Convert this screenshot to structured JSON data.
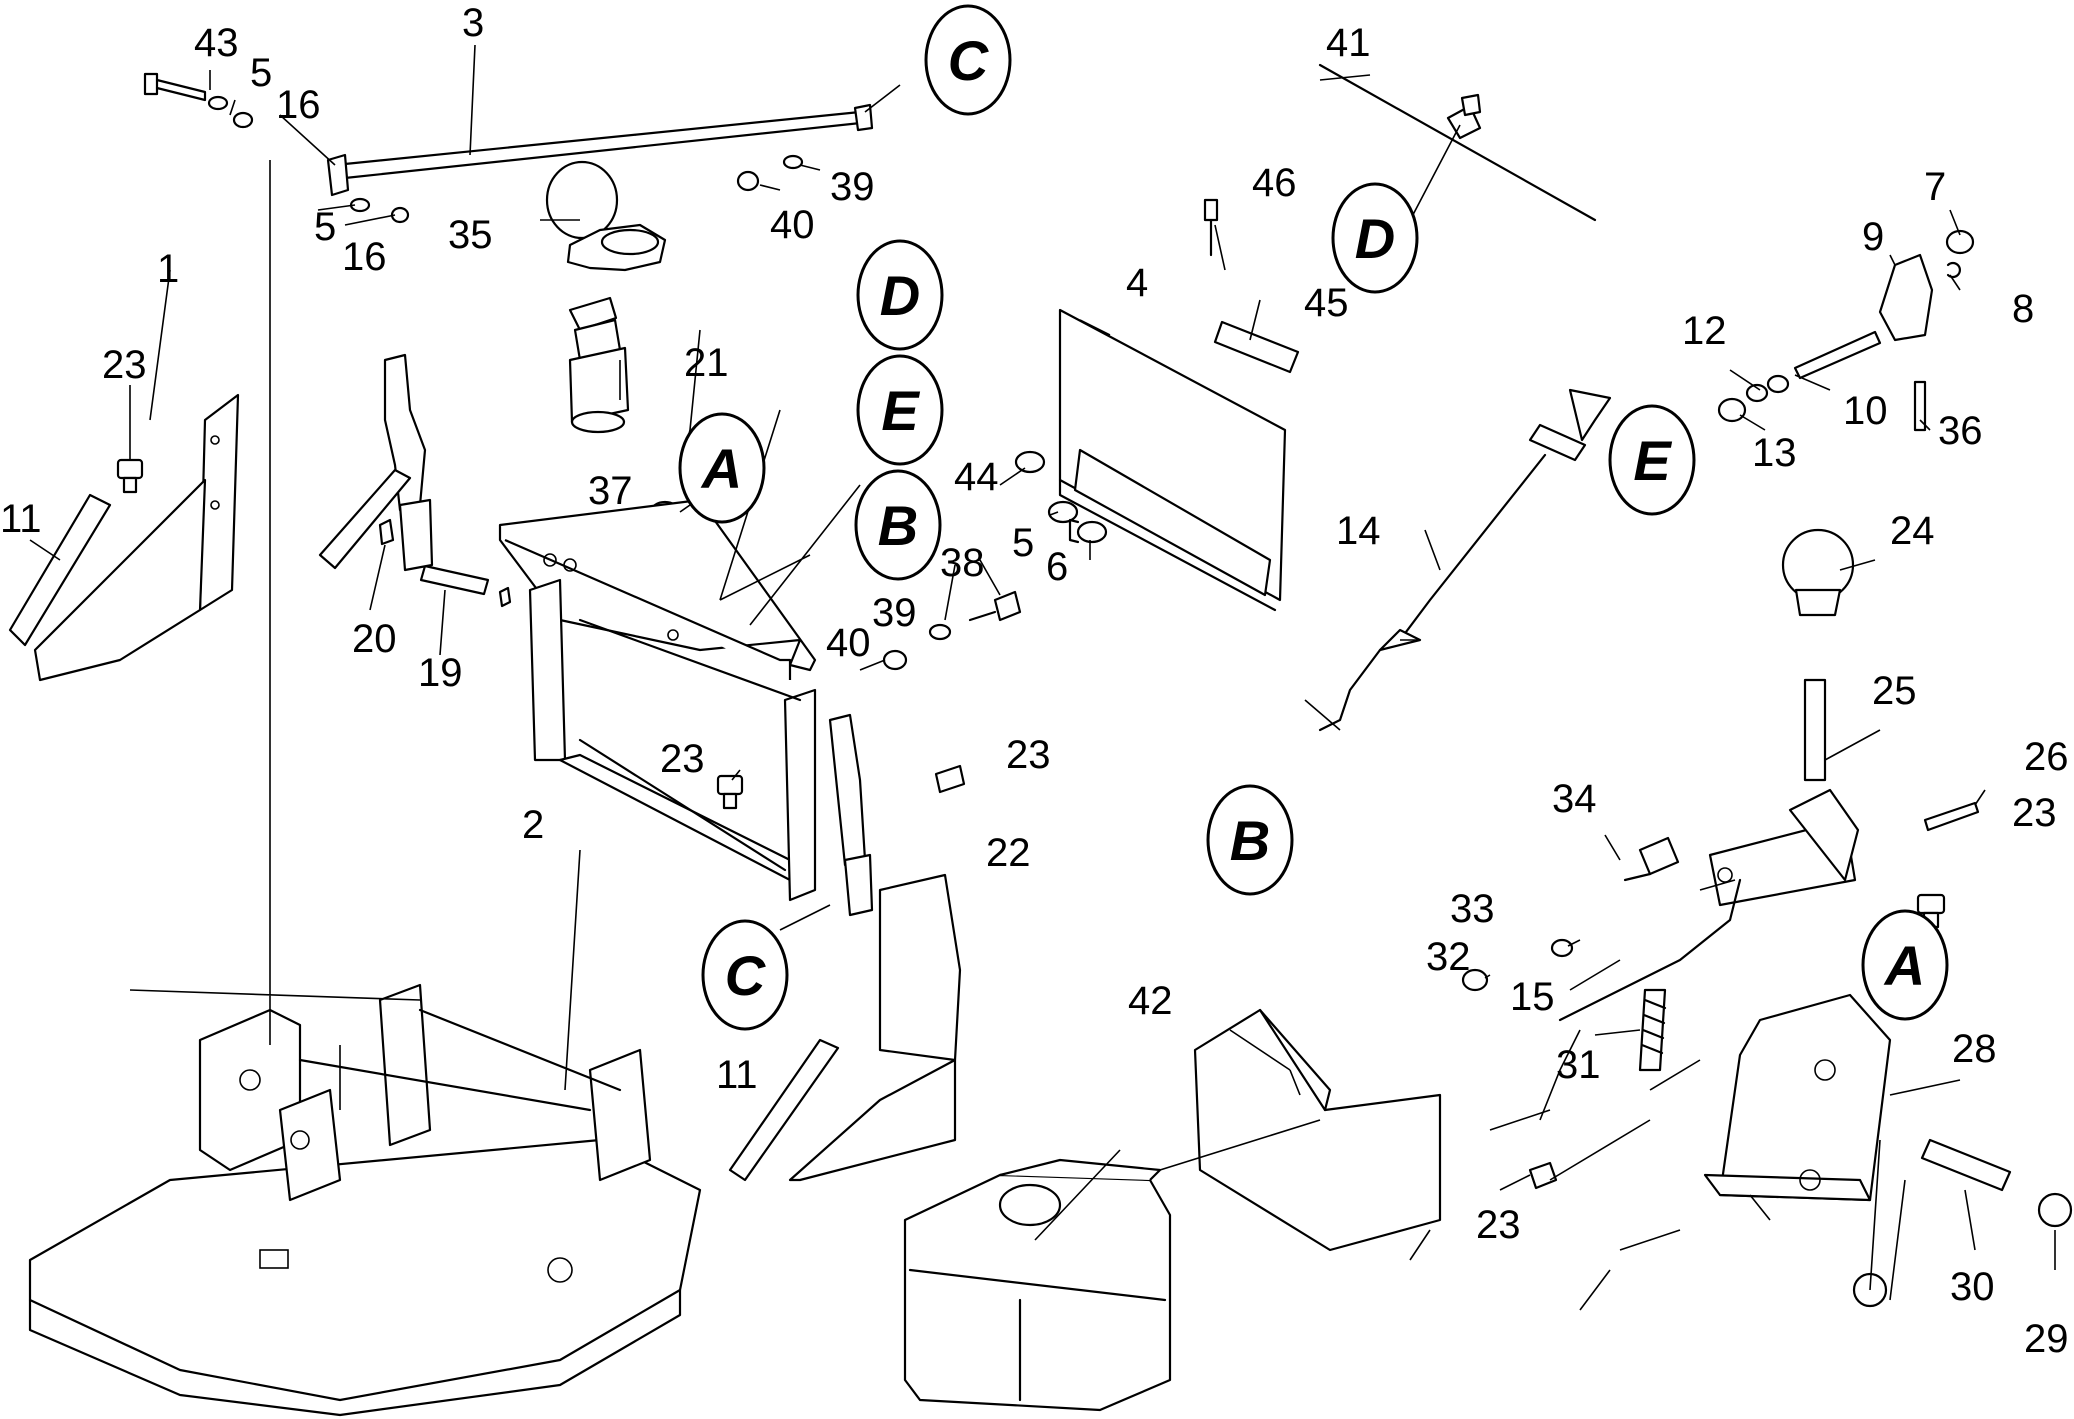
{
  "part_numbers": [
    "1",
    "2",
    "3",
    "4",
    "5",
    "5",
    "5",
    "6",
    "7",
    "8",
    "9",
    "10",
    "11",
    "11",
    "12",
    "13",
    "14",
    "15",
    "16",
    "16",
    "19",
    "20",
    "21",
    "22",
    "23",
    "23",
    "23",
    "23",
    "23",
    "24",
    "25",
    "26",
    "28",
    "29",
    "30",
    "31",
    "32",
    "33",
    "34",
    "35",
    "36",
    "37",
    "38",
    "39",
    "39",
    "40",
    "40",
    "41",
    "42",
    "43",
    "44",
    "45",
    "46"
  ],
  "reference_letters": [
    "A",
    "A",
    "B",
    "B",
    "C",
    "C",
    "D",
    "D",
    "E",
    "E"
  ]
}
